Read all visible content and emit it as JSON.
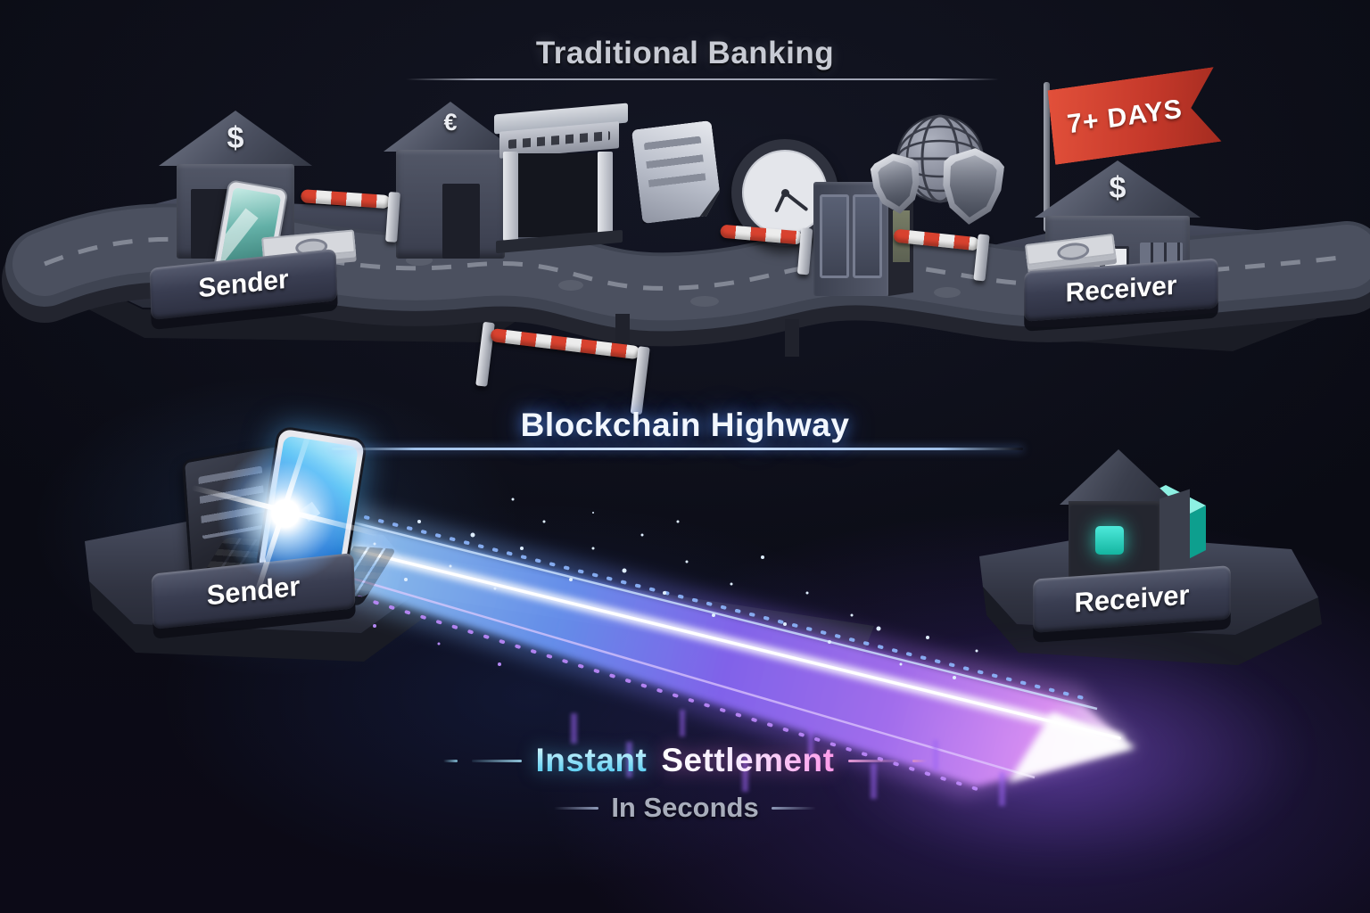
{
  "top_section": {
    "title": "Traditional Banking",
    "flag_label": "7+ DAYS",
    "sender_label": "Sender",
    "receiver_label": "Receiver",
    "sender_bank_symbol": "$",
    "transit_bank_symbol": "€",
    "receiver_bank_symbol": "$"
  },
  "bottom_section": {
    "title": "Blockchain Highway",
    "sender_label": "Sender",
    "receiver_label": "Receiver",
    "headline_word1": "Instant",
    "headline_word2": "Settlement",
    "subheadline": "In Seconds"
  },
  "icons": {
    "bank": "bank-building-icon",
    "smartphone": "smartphone-icon",
    "cash": "cash-stack-icon",
    "barrier": "toll-barrier-icon",
    "toll_gate": "toll-gate-icon",
    "document": "document-icon",
    "clock": "clock-icon",
    "kiosk": "kiosk-icon",
    "globe": "globe-icon",
    "shield": "shield-icon",
    "flag": "delay-flag-icon",
    "laptop": "laptop-icon",
    "cube": "blockchain-cube-icon"
  },
  "colors": {
    "background": "#0a0b14",
    "flag_red": "#cf3d2d",
    "teal_accent": "#2bd9c5",
    "beam_blue": "#4f8dff",
    "beam_purple": "#8b5cf6",
    "beam_pink": "#e89bff",
    "title_silver": "#c8cbd4"
  }
}
